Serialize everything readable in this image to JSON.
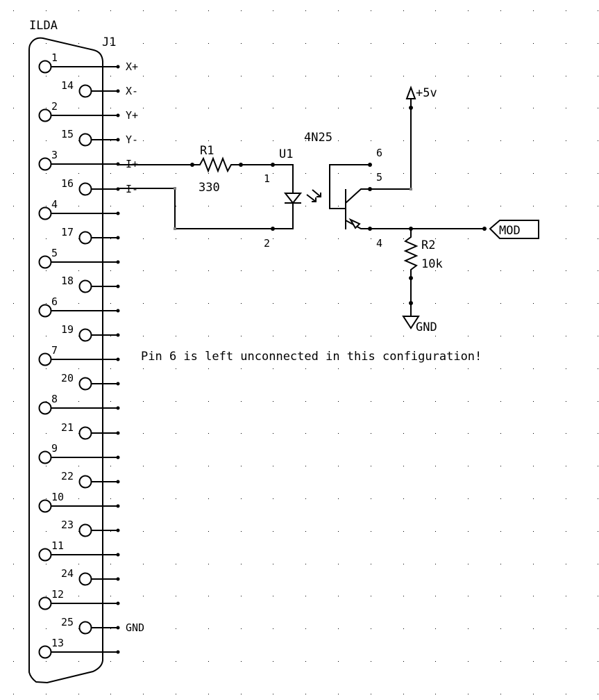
{
  "schematic": {
    "connector": {
      "name": "ILDA",
      "ref": "J1",
      "pins": [
        {
          "num": "1",
          "net": "X+"
        },
        {
          "num": "14",
          "net": "X-"
        },
        {
          "num": "2",
          "net": "Y+"
        },
        {
          "num": "15",
          "net": "Y-"
        },
        {
          "num": "3",
          "net": "I+"
        },
        {
          "num": "16",
          "net": "I-"
        },
        {
          "num": "4",
          "net": ""
        },
        {
          "num": "17",
          "net": ""
        },
        {
          "num": "5",
          "net": ""
        },
        {
          "num": "18",
          "net": ""
        },
        {
          "num": "6",
          "net": ""
        },
        {
          "num": "19",
          "net": ""
        },
        {
          "num": "7",
          "net": ""
        },
        {
          "num": "20",
          "net": ""
        },
        {
          "num": "8",
          "net": ""
        },
        {
          "num": "21",
          "net": ""
        },
        {
          "num": "9",
          "net": ""
        },
        {
          "num": "22",
          "net": ""
        },
        {
          "num": "10",
          "net": ""
        },
        {
          "num": "23",
          "net": ""
        },
        {
          "num": "11",
          "net": ""
        },
        {
          "num": "24",
          "net": ""
        },
        {
          "num": "12",
          "net": ""
        },
        {
          "num": "25",
          "net": "GND"
        },
        {
          "num": "13",
          "net": ""
        }
      ]
    },
    "r1": {
      "ref": "R1",
      "value": "330"
    },
    "u1": {
      "ref": "U1",
      "part": "4N25",
      "pin1": "1",
      "pin2": "2",
      "pin4": "4",
      "pin5": "5",
      "pin6": "6"
    },
    "r2": {
      "ref": "R2",
      "value": "10k"
    },
    "power": {
      "label": "+5v"
    },
    "ground": {
      "label": "GND"
    },
    "port": {
      "label": "MOD"
    },
    "note": "Pin 6 is left unconnected in this configuration!"
  }
}
